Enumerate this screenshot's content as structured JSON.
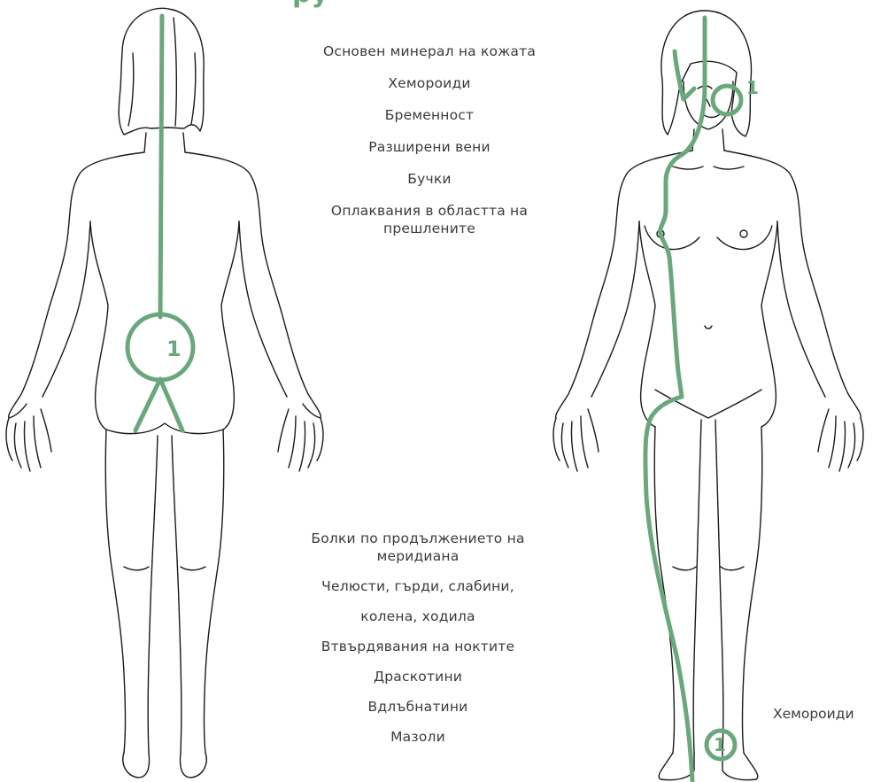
{
  "header": {
    "partial_title": "ру"
  },
  "top_list": [
    "Основен минерал на кожата",
    "Хемороиди",
    "Бременност",
    "Разширени вени",
    "Бучки",
    "Оплаквания в областта на прешлените"
  ],
  "bottom_list": [
    "Болки по продължението на меридиана",
    "Челюсти, гърди, слабини,",
    "колена, ходила",
    "Втвърдявания на ноктите",
    "Драскотини",
    "Вдлъбнатини",
    "Мазоли"
  ],
  "feet_label": "Хемороиди",
  "markers": {
    "back": "1",
    "face": "1",
    "foot": "1"
  },
  "colors": {
    "meridian": "#6aa87c",
    "outline": "#1a1a1a"
  }
}
